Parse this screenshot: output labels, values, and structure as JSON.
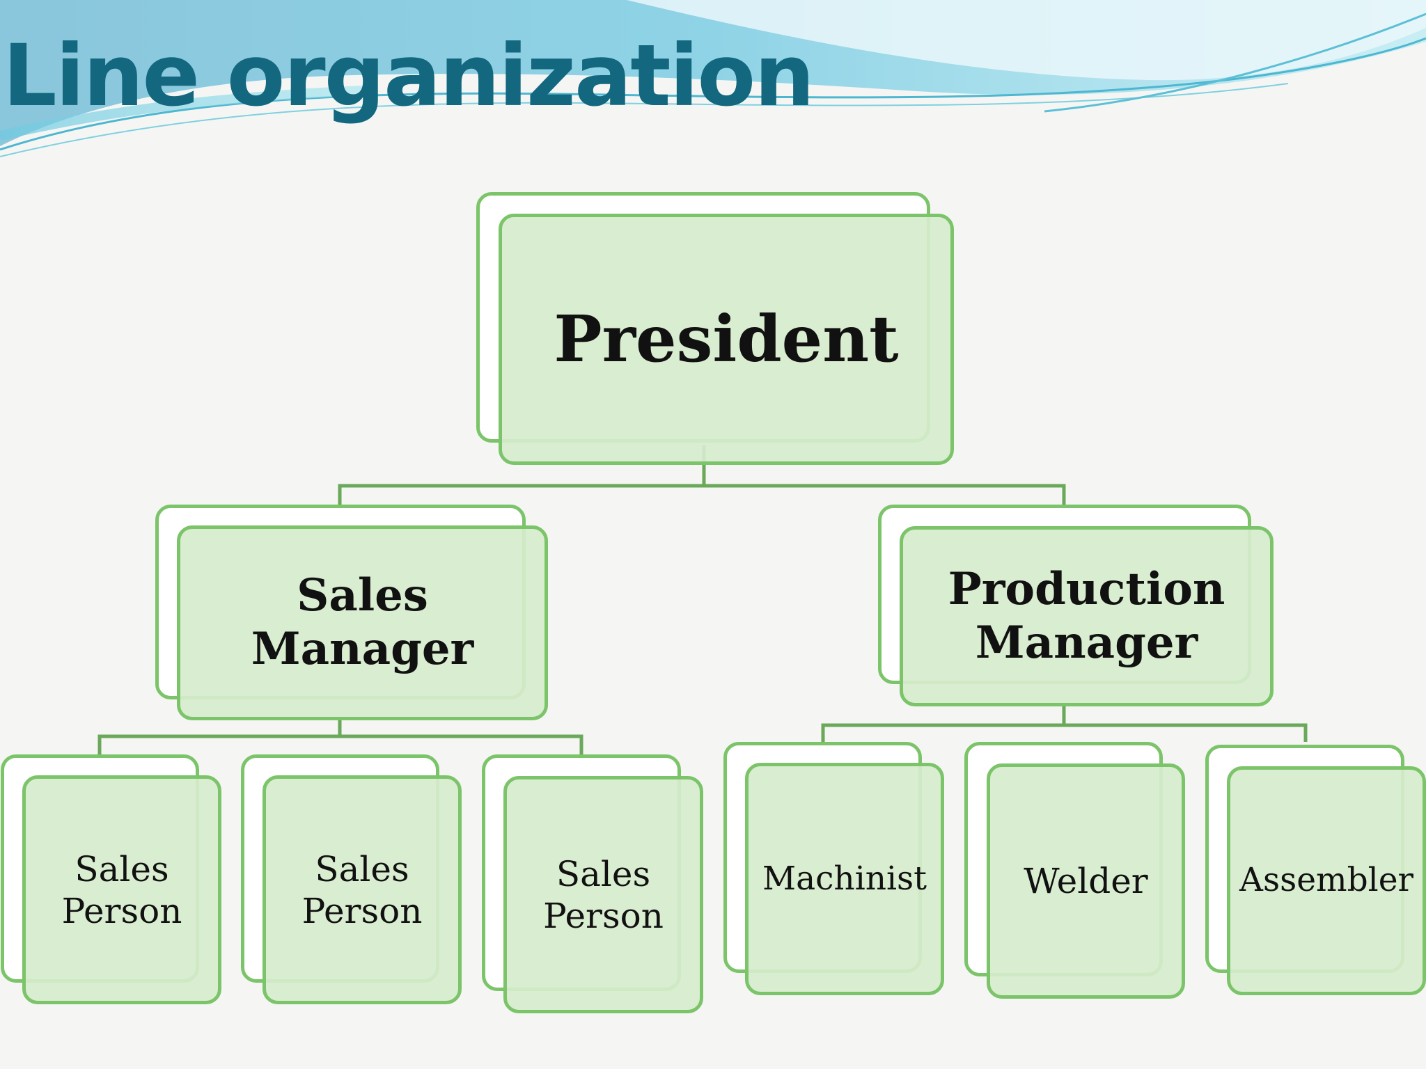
{
  "slide": {
    "title": "Line organization"
  },
  "colors": {
    "title": "#13677e",
    "box_border": "#7cc46a",
    "box_fill": "#d6eccc",
    "connector": "#6aa85a"
  },
  "org_chart": {
    "president": {
      "label": "President"
    },
    "sales_manager": {
      "label": "Sales Manager",
      "reports": [
        {
          "line1": "Sales",
          "line2": "Person"
        },
        {
          "line1": "Sales",
          "line2": "Person"
        },
        {
          "line1": "Sales",
          "line2": "Person"
        }
      ]
    },
    "production_manager": {
      "line1": "Production",
      "line2": "Manager",
      "reports": [
        {
          "label": "Machinist"
        },
        {
          "label": "Welder"
        },
        {
          "label": "Assembler"
        }
      ]
    }
  }
}
